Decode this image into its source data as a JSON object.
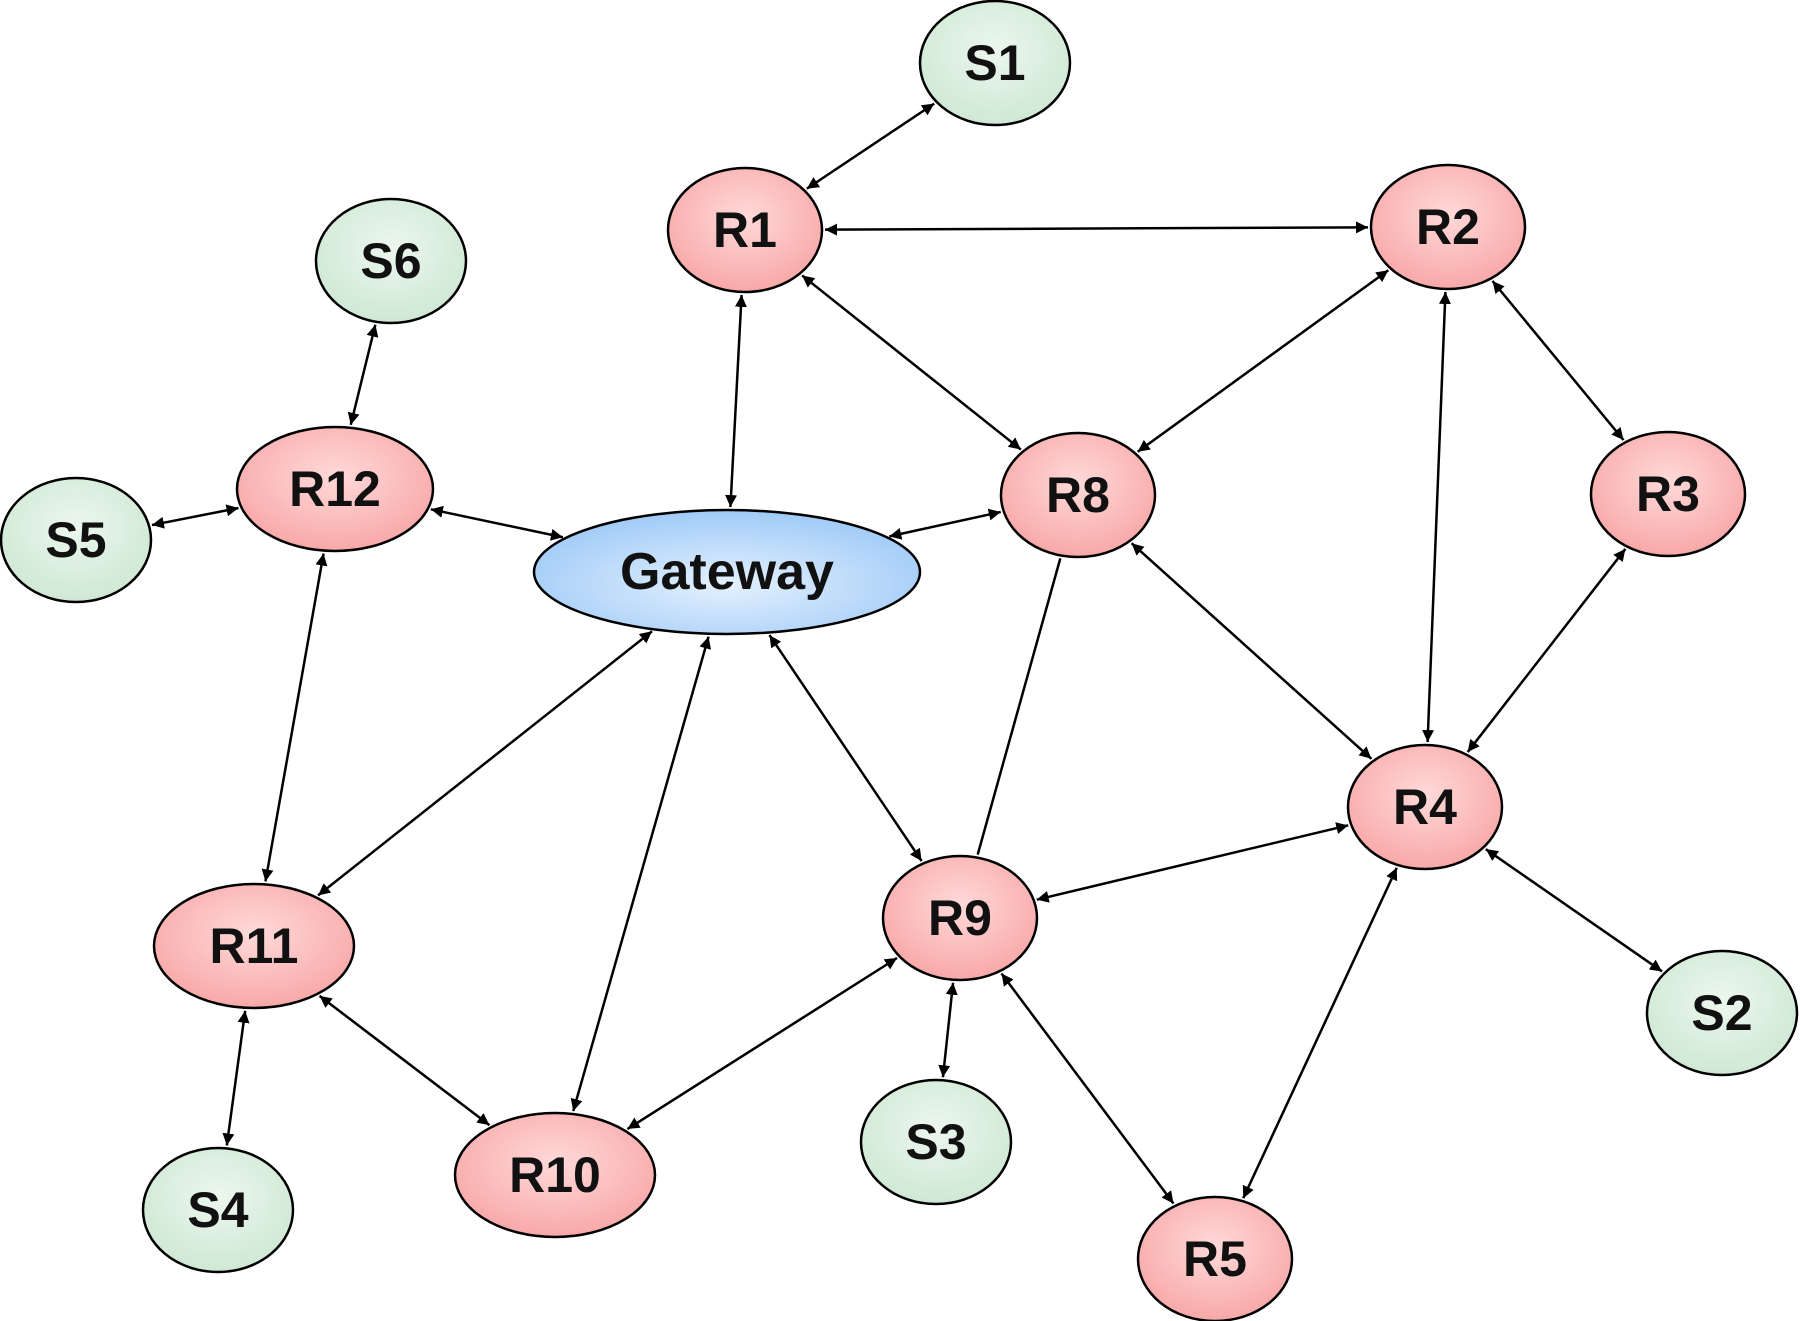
{
  "colors": {
    "router_fill": "#f8a8a8",
    "router_fill_center": "#ffd9d9",
    "sensor_fill": "#cfe8d4",
    "sensor_fill_center": "#ecf7ee",
    "gateway_fill": "#9fcaf7",
    "gateway_fill_center": "#e4f1fe",
    "stroke": "#000000"
  },
  "nodes": [
    {
      "id": "S1",
      "label": "S1",
      "kind": "sensor"
    },
    {
      "id": "R1",
      "label": "R1",
      "kind": "router"
    },
    {
      "id": "R2",
      "label": "R2",
      "kind": "router"
    },
    {
      "id": "S6",
      "label": "S6",
      "kind": "sensor"
    },
    {
      "id": "R12",
      "label": "R12",
      "kind": "router"
    },
    {
      "id": "S5",
      "label": "S5",
      "kind": "sensor"
    },
    {
      "id": "Gateway",
      "label": "Gateway",
      "kind": "gateway"
    },
    {
      "id": "R8",
      "label": "R8",
      "kind": "router"
    },
    {
      "id": "R3",
      "label": "R3",
      "kind": "router"
    },
    {
      "id": "R4",
      "label": "R4",
      "kind": "router"
    },
    {
      "id": "R9",
      "label": "R9",
      "kind": "router"
    },
    {
      "id": "R11",
      "label": "R11",
      "kind": "router"
    },
    {
      "id": "S2",
      "label": "S2",
      "kind": "sensor"
    },
    {
      "id": "S3",
      "label": "S3",
      "kind": "sensor"
    },
    {
      "id": "R10",
      "label": "R10",
      "kind": "router"
    },
    {
      "id": "S4",
      "label": "S4",
      "kind": "sensor"
    },
    {
      "id": "R5",
      "label": "R5",
      "kind": "router"
    }
  ],
  "edges": [
    {
      "from": "S1",
      "to": "R1",
      "arrows": "both"
    },
    {
      "from": "R1",
      "to": "R2",
      "arrows": "both"
    },
    {
      "from": "R1",
      "to": "Gateway",
      "arrows": "both"
    },
    {
      "from": "R1",
      "to": "R8",
      "arrows": "both"
    },
    {
      "from": "R2",
      "to": "R8",
      "arrows": "both"
    },
    {
      "from": "R2",
      "to": "R3",
      "arrows": "both"
    },
    {
      "from": "R2",
      "to": "R4",
      "arrows": "both"
    },
    {
      "from": "S6",
      "to": "R12",
      "arrows": "both"
    },
    {
      "from": "S5",
      "to": "R12",
      "arrows": "both"
    },
    {
      "from": "R12",
      "to": "Gateway",
      "arrows": "both"
    },
    {
      "from": "R12",
      "to": "R11",
      "arrows": "both"
    },
    {
      "from": "R8",
      "to": "Gateway",
      "arrows": "both"
    },
    {
      "from": "R8",
      "to": "R4",
      "arrows": "both"
    },
    {
      "from": "R8",
      "to": "R9",
      "arrows": "none"
    },
    {
      "from": "R3",
      "to": "R4",
      "arrows": "both"
    },
    {
      "from": "Gateway",
      "to": "R11",
      "arrows": "both"
    },
    {
      "from": "Gateway",
      "to": "R10",
      "arrows": "both"
    },
    {
      "from": "Gateway",
      "to": "R9",
      "arrows": "both"
    },
    {
      "from": "R4",
      "to": "R9",
      "arrows": "both"
    },
    {
      "from": "R4",
      "to": "S2",
      "arrows": "both"
    },
    {
      "from": "R4",
      "to": "R5",
      "arrows": "both"
    },
    {
      "from": "R9",
      "to": "R10",
      "arrows": "both"
    },
    {
      "from": "R9",
      "to": "S3",
      "arrows": "both"
    },
    {
      "from": "R9",
      "to": "R5",
      "arrows": "both"
    },
    {
      "from": "R11",
      "to": "R10",
      "arrows": "both"
    },
    {
      "from": "R11",
      "to": "S4",
      "arrows": "both"
    }
  ]
}
